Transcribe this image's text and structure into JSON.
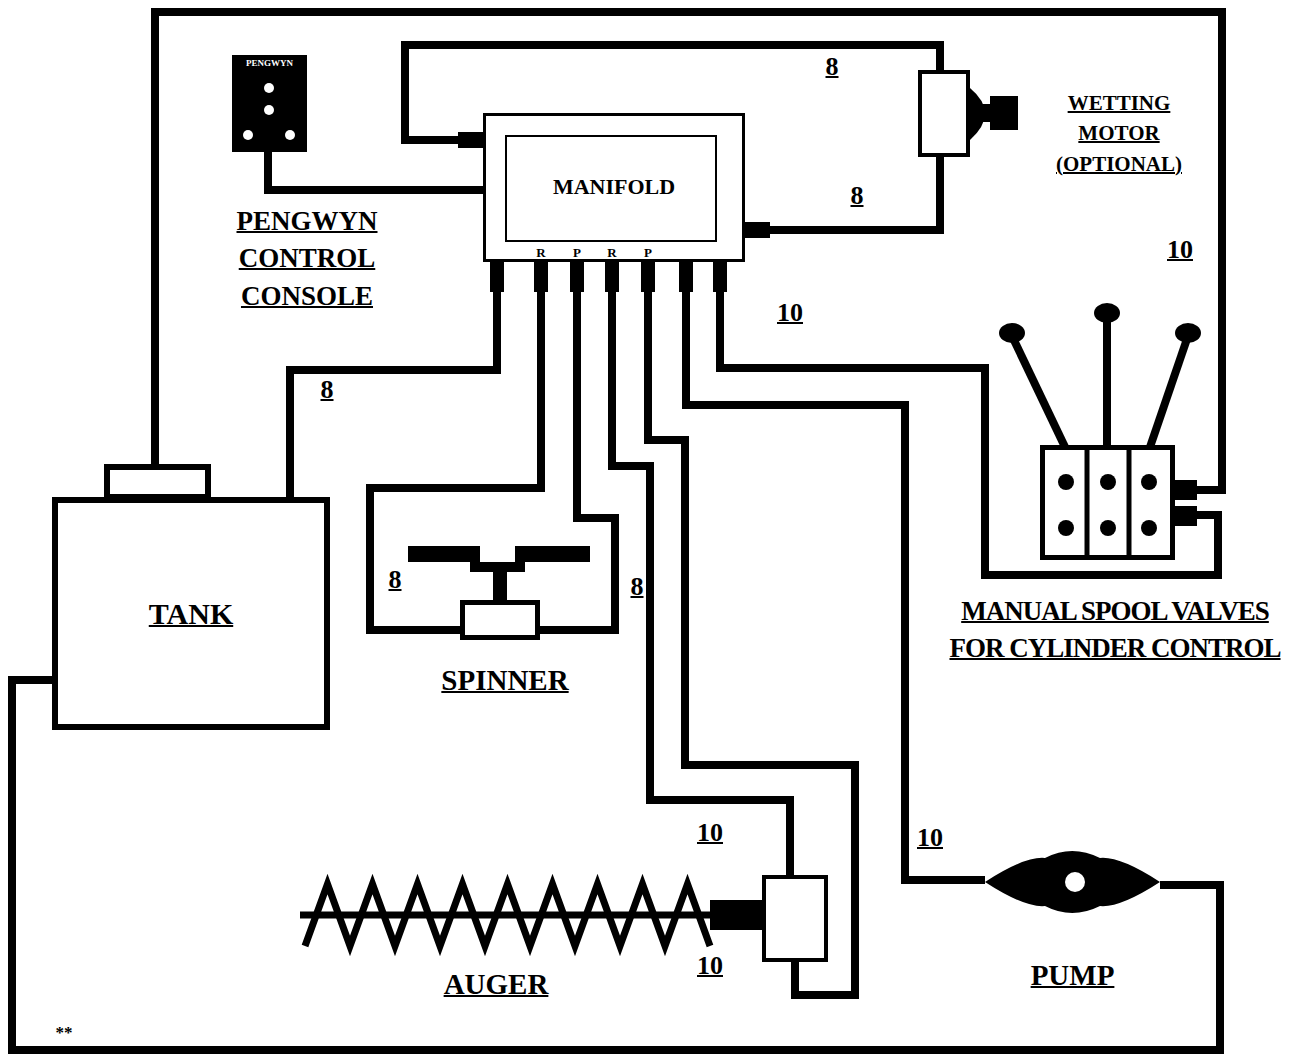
{
  "diagram": {
    "nodes": [
      {
        "text": [
          "PENGWYN",
          "PENGWYN CONTROL CONSOLE"
        ]
      },
      {
        "text": [
          "MANIFOLD"
        ]
      },
      {
        "text": [
          "WETTING MOTOR (OPTIONAL)"
        ]
      },
      {
        "text": [
          "TANK"
        ]
      },
      {
        "text": [
          "SPINNER"
        ]
      },
      {
        "text": [
          "MANUAL SPOOL VALVES FOR CYLINDER CONTROL"
        ]
      },
      {
        "text": [
          "AUGER"
        ]
      },
      {
        "text": [
          "PUMP"
        ]
      }
    ],
    "edges": [
      {
        "from": 0,
        "to": 1,
        "arrow": "none"
      },
      {
        "from": 1,
        "to": 2,
        "arrow": "none",
        "label": "8"
      },
      {
        "from": 1,
        "to": 2,
        "arrow": "none",
        "label": "8"
      },
      {
        "from": 1,
        "to": 3,
        "arrow": "none",
        "label": "8"
      },
      {
        "from": 1,
        "to": 4,
        "arrow": "none",
        "label": "8"
      },
      {
        "from": 1,
        "to": 4,
        "arrow": "none",
        "label": "8"
      },
      {
        "from": 1,
        "to": 6,
        "arrow": "none",
        "label": "10"
      },
      {
        "from": 1,
        "to": 6,
        "arrow": "none",
        "label": "10"
      },
      {
        "from": 1,
        "to": 7,
        "arrow": "none",
        "label": "10"
      },
      {
        "from": 1,
        "to": 5,
        "arrow": "none",
        "label": "10"
      },
      {
        "from": 3,
        "to": 5,
        "arrow": "none",
        "label": "10"
      },
      {
        "from": 7,
        "to": 3,
        "arrow": "none"
      }
    ],
    "labels": [
      "R",
      "P",
      "R",
      "P",
      "**"
    ]
  }
}
